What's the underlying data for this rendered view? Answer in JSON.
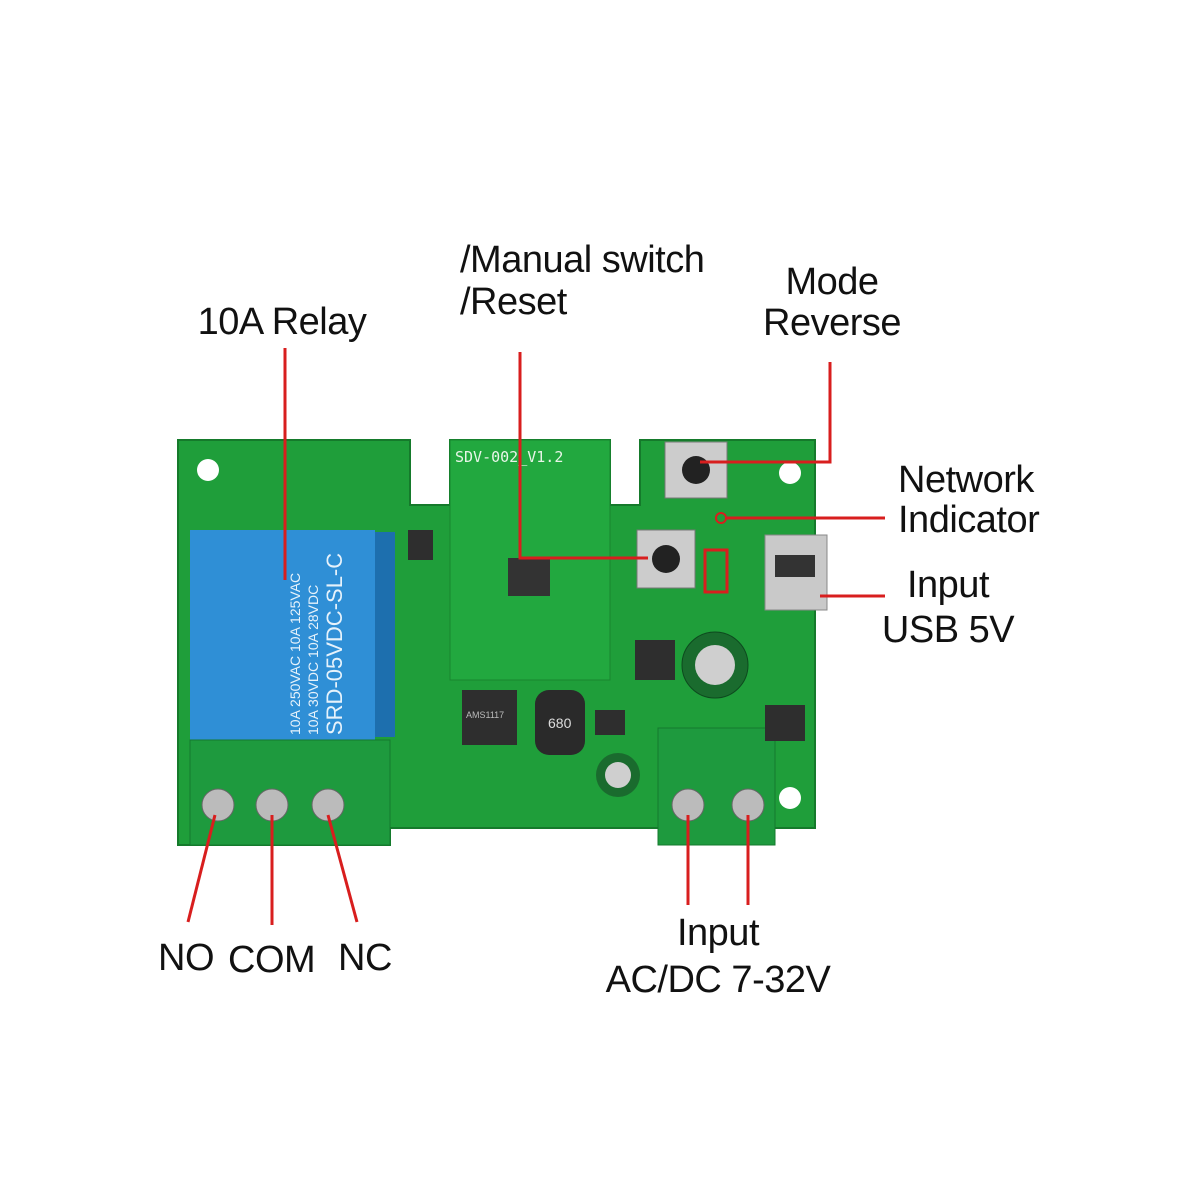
{
  "labels": {
    "relay": "10A Relay",
    "manual_1": "/Manual switch",
    "manual_2": "/Reset",
    "mode_1": "Mode",
    "mode_2": "Reverse",
    "network_1": "Network",
    "network_2": "Indicator",
    "usb_1": "Input",
    "usb_2": "USB 5V",
    "no": "NO",
    "com": "COM",
    "nc": "NC",
    "ac_1": "Input",
    "ac_2": "AC/DC 7-32V"
  },
  "board": {
    "silkscreen": "SDV-002_V1.2",
    "relay_line1": "10A 250VAC  10A 125VAC",
    "relay_line2": "10A 30VDC  10A 28VDC",
    "relay_model": "SRD-05VDC-SL-C",
    "inductor": "680",
    "regulator": "AMS1117"
  },
  "colors": {
    "pcb": "#1f9e3a",
    "relay": "#2f8fd6",
    "callout": "#d81e1e"
  }
}
